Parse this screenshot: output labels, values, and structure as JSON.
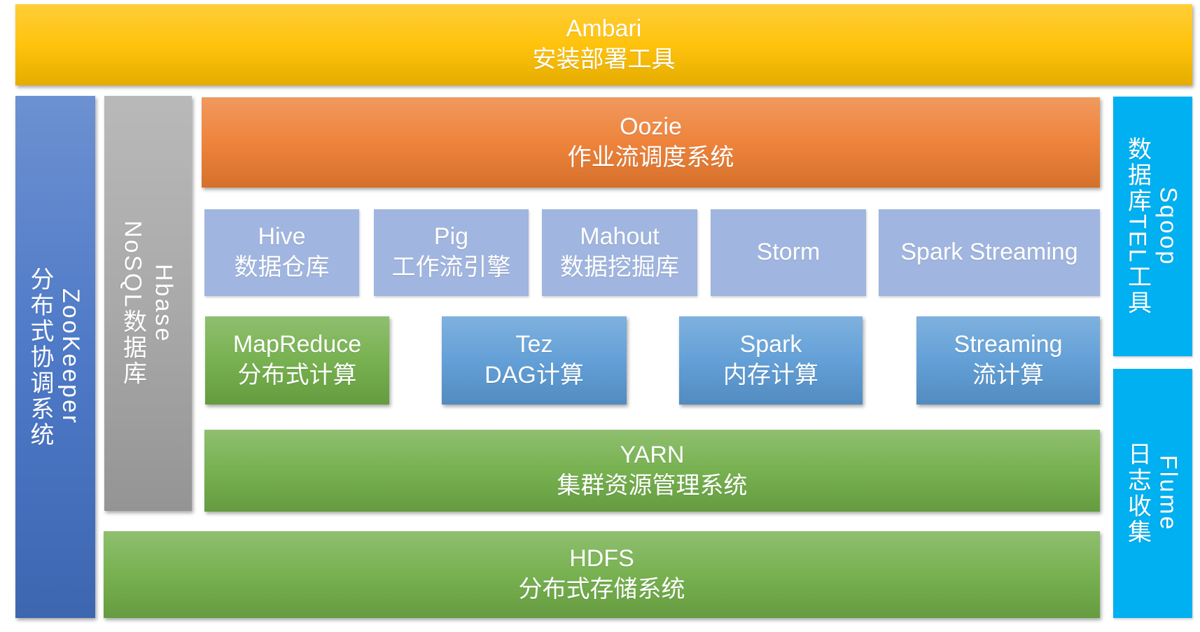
{
  "top_bar": {
    "title": "Ambari",
    "subtitle": "安装部署工具"
  },
  "coordination": {
    "title": "ZooKeeper",
    "subtitle": "分布式协调系统"
  },
  "nosql": {
    "title": "Hbase",
    "subtitle": "NoSQL数据库"
  },
  "scheduler": {
    "title": "Oozie",
    "subtitle": "作业流调度系统"
  },
  "tools": [
    {
      "title": "Hive",
      "subtitle": "数据仓库"
    },
    {
      "title": "Pig",
      "subtitle": "工作流引擎"
    },
    {
      "title": "Mahout",
      "subtitle": "数据挖掘库"
    },
    {
      "title": "Storm"
    },
    {
      "title": "Spark Streaming"
    }
  ],
  "engines": [
    {
      "title": "MapReduce",
      "subtitle": "分布式计算"
    },
    {
      "title": "Tez",
      "subtitle": "DAG计算"
    },
    {
      "title": "Spark",
      "subtitle": "内存计算"
    },
    {
      "title": "Streaming",
      "subtitle": "流计算"
    }
  ],
  "resource_manager": {
    "title": "YARN",
    "subtitle": "集群资源管理系统"
  },
  "storage": {
    "title": "HDFS",
    "subtitle": "分布式存储系统"
  },
  "data_transfer": {
    "title": "Sqoop",
    "subtitle": "数据库TEL工具"
  },
  "log_collection": {
    "title": "Flume",
    "subtitle": "日志收集"
  },
  "colors": {
    "ambari": "#ffc000",
    "zookeeper": "#4472c4",
    "hbase": "#a5a5a5",
    "oozie": "#ed7d31",
    "tools": "#a0b5df",
    "mapreduce": "#70ad47",
    "compute": "#5b9bd5",
    "yarn": "#70ad47",
    "hdfs": "#70ad47",
    "ingest": "#00b0f0",
    "text": "#ffffff"
  }
}
